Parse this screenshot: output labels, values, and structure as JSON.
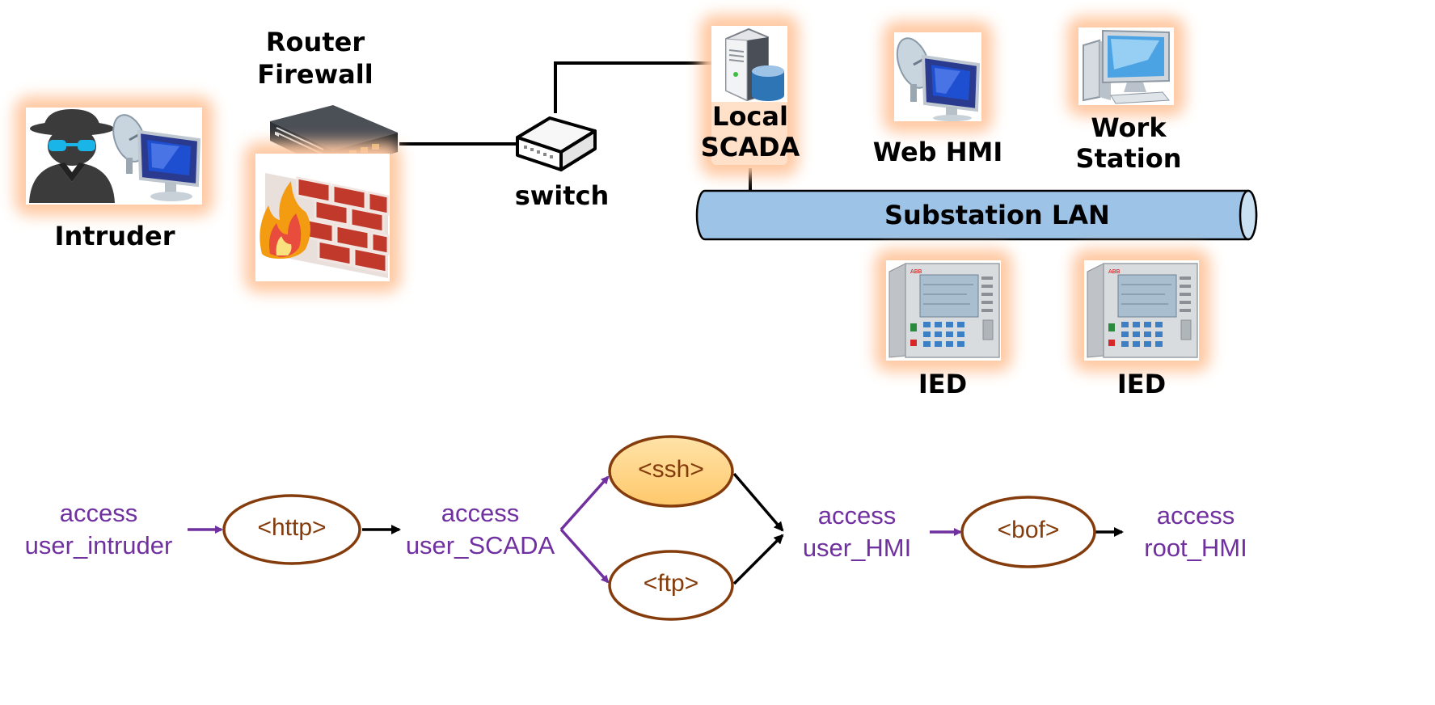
{
  "network": {
    "intruder": "Intruder",
    "router_line1": "Router",
    "router_line2": "Firewall",
    "switch": "switch",
    "local_scada_line1": "Local",
    "local_scada_line2": "SCADA",
    "web_hmi": "Web HMI",
    "workstation_line1": "Work",
    "workstation_line2": "Station",
    "lan": "Substation LAN",
    "ied_1": "IED",
    "ied_2": "IED",
    "ied_brand": "ABB"
  },
  "attack_graph": {
    "start_line1": "access",
    "start_line2": "user_intruder",
    "http": "<http>",
    "scada_line1": "access",
    "scada_line2": "user_SCADA",
    "ssh": "<ssh>",
    "ftp": "<ftp>",
    "hmi_line1": "access",
    "hmi_line2": "user_HMI",
    "bof": "<bof>",
    "root_line1": "access",
    "root_line2": "root_HMI"
  },
  "colors": {
    "highlight_glow": "#ffc9a3",
    "lan_fill": "#9dc3e6",
    "privilege_text": "#7030a0",
    "exploit_text": "#843c0c",
    "exploit_border": "#843c0c",
    "ssh_fill": "#ffd27f"
  }
}
